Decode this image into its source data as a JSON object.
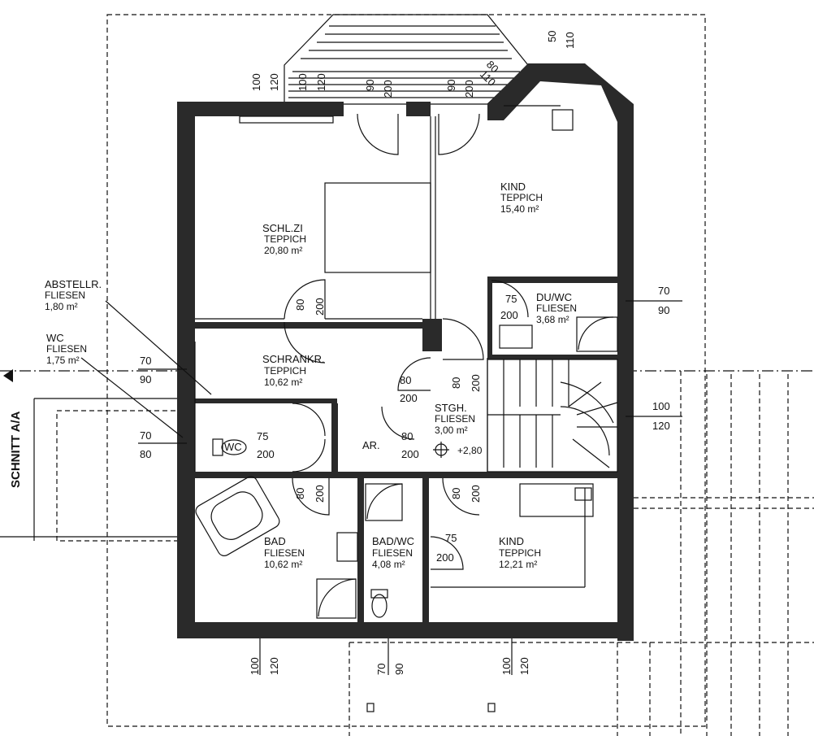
{
  "rooms": {
    "schlafzimmer": {
      "name": "SCHL.ZI",
      "floor": "TEPPICH",
      "area": "20,80 m²"
    },
    "kind1": {
      "name": "KIND",
      "floor": "TEPPICH",
      "area": "15,40 m²"
    },
    "duwc": {
      "name": "DU/WC",
      "floor": "FLIESEN",
      "area": "3,68 m²"
    },
    "abstellraum": {
      "name": "ABSTELLR.",
      "floor": "FLIESEN",
      "area": "1,80 m²"
    },
    "wc": {
      "name": "WC",
      "floor": "FLIESEN",
      "area": "1,75 m²"
    },
    "wc_label": "WC",
    "schrankraum": {
      "name": "SCHRANKR.",
      "floor": "TEPPICH",
      "area": "10,62 m²"
    },
    "treppenhaus": {
      "name": "STGH.",
      "floor": "FLIESEN",
      "area": "3,00 m²"
    },
    "ar": "AR.",
    "bad": {
      "name": "BAD",
      "floor": "FLIESEN",
      "area": "10,62 m²"
    },
    "badwc": {
      "name": "BAD/WC",
      "floor": "FLIESEN",
      "area": "4,08 m²"
    },
    "kind2": {
      "name": "KIND",
      "floor": "TEPPICH",
      "area": "12,21 m²"
    }
  },
  "section_label": "SCHNITT A/A",
  "level_mark": "+2,80",
  "dimensions": {
    "top_left_100": "100",
    "top_left_120": "120",
    "top_mid_100": "100",
    "top_mid_120": "120",
    "top_90": "90",
    "top_200a": "200",
    "top_90b": "90",
    "top_200b": "200",
    "top_50": "50",
    "top_110": "110",
    "bay_80": "80",
    "bay_110": "110",
    "right_70": "70",
    "right_90": "90",
    "right_100": "100",
    "right_120": "120",
    "left_70a": "70",
    "left_90a": "90",
    "left_70b": "70",
    "left_80b": "80",
    "d_80_schl": "80",
    "d_200_schl": "200",
    "d_75_du": "75",
    "d_200_du": "200",
    "d_80_schr": "80",
    "d_200_schr": "200",
    "d_80_stgh": "80",
    "d_200_stgh": "200",
    "d_75_wc": "75",
    "d_200_wc": "200",
    "d_80_ar": "80",
    "d_200_ar": "200",
    "d_80_bad": "80",
    "d_200_bad": "200",
    "d_80_kind2": "80",
    "d_200_kind2": "200",
    "d_75_badwc": "75",
    "d_200_badwc": "200",
    "bot_100a": "100",
    "bot_120a": "120",
    "bot_70": "70",
    "bot_90": "90",
    "bot_100b": "100",
    "bot_120b": "120"
  },
  "colors": {
    "wall": "#2a2a2a",
    "line": "#111111",
    "paper": "#ffffff"
  }
}
